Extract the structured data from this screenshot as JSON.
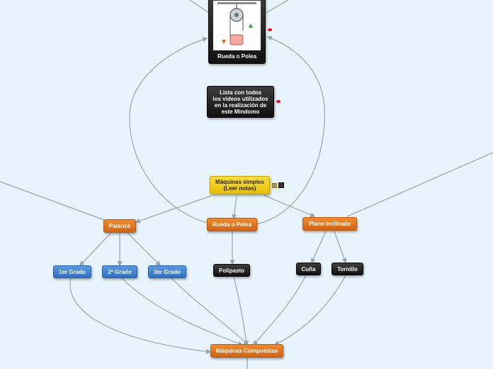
{
  "colors": {
    "background": "#e8f4fb",
    "connector": "#9aa3ab",
    "orange": "#e07620",
    "blue": "#3f82d4",
    "black": "#1a1a1a",
    "yellow": "#f5cc10",
    "link_badge": "#e8192c"
  },
  "nodes": {
    "root": "Máquinas simples\n(Leer notas)",
    "lista": "Lista con todos\nlos videos utilizados\nen la realización de\neste Mindomo",
    "rueda_image_caption": "Rueda o Polea",
    "palanca": "Palanca",
    "rueda": "Rueda o Polea",
    "plano": "Plano Inclinado",
    "primer_grado": "1er Grado",
    "segundo_grado": "2º Grado",
    "tercer_grado": "3er Grado",
    "polipasto": "Polipasto",
    "cuna": "Cuña",
    "tornillo": "Tornillo",
    "compuestas": "Máquinas Compuestas"
  },
  "icons": {
    "link_badge": "link-icon",
    "notes": "notes-icon",
    "attachment": "attachment-icon",
    "pulley_image": "pulley-illustration"
  }
}
